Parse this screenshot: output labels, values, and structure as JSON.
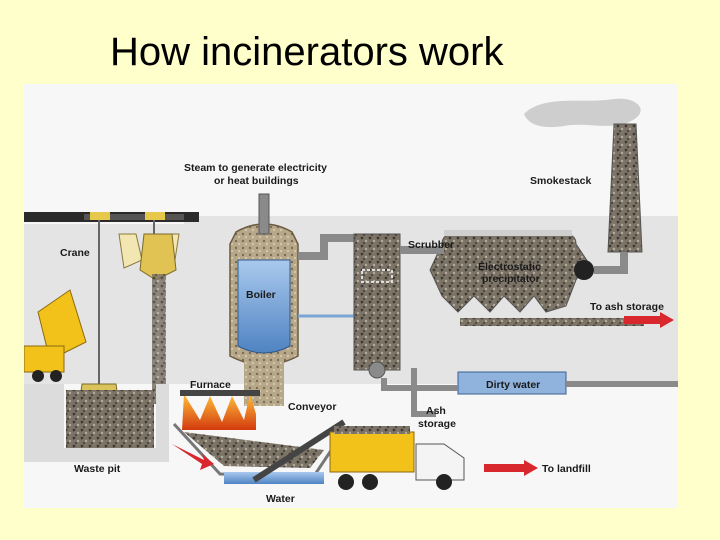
{
  "title": "How incinerators work",
  "diagram": {
    "labels": {
      "steam": [
        "Steam to generate electricity",
        "or heat buildings"
      ],
      "smokestack": "Smokestack",
      "crane": "Crane",
      "scrubber": "Scrubber",
      "precipitator": [
        "Electrostatic",
        "precipitator"
      ],
      "boiler": "Boiler",
      "to_ash_storage": "To ash storage",
      "furnace": "Furnace",
      "dirty_water": "Dirty water",
      "conveyor": "Conveyor",
      "ash_storage": [
        "Ash",
        "storage"
      ],
      "waste_pit": "Waste pit",
      "to_landfill": "To landfill",
      "water": "Water"
    },
    "colors": {
      "background": "#ffffcc",
      "plant_wall": "#e6e6e6",
      "pipe": "#8a8a8a",
      "boiler_water": "#6f9fd6",
      "fire": "#f07a1a",
      "truck": "#f2c21a",
      "arrow": "#d9272e"
    }
  }
}
